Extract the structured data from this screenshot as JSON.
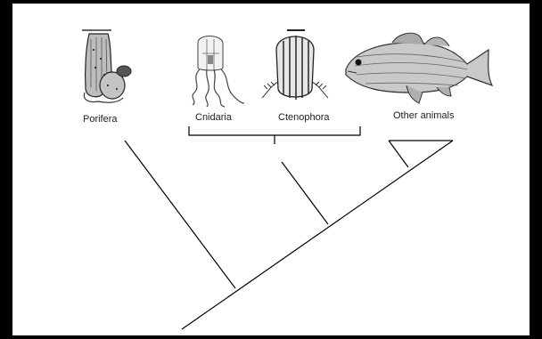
{
  "taxa": {
    "porifera": "Porifera",
    "cnidaria": "Cnidaria",
    "ctenophora": "Ctenophora",
    "other_animals": "Other animals"
  },
  "colors": {
    "background_frame": "#000000",
    "canvas": "#ffffff",
    "tree_line": "#000000"
  },
  "icons": [
    "sponge-icon",
    "jellyfish-icon",
    "comb-jelly-icon",
    "fish-icon"
  ]
}
